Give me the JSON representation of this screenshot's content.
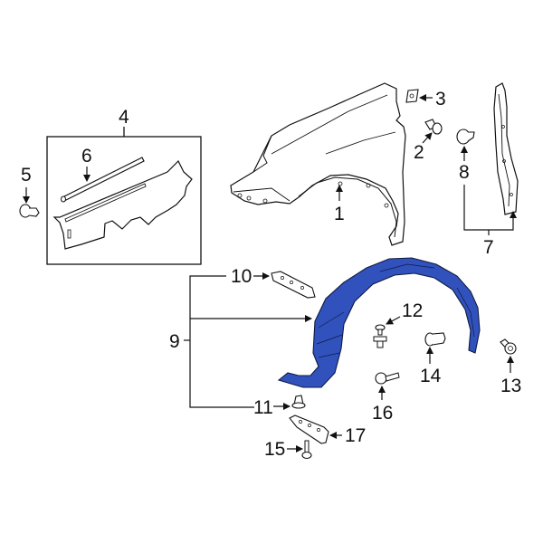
{
  "diagram": {
    "type": "exploded-parts-diagram",
    "highlight_color": "#3152bd",
    "line_color": "#111111",
    "highlighted_part": "9",
    "callouts": [
      {
        "id": "1",
        "label": "1",
        "part": "fender"
      },
      {
        "id": "2",
        "label": "2",
        "part": "bolt"
      },
      {
        "id": "3",
        "label": "3",
        "part": "pad"
      },
      {
        "id": "4",
        "label": "4",
        "part": "fender-seal-assembly"
      },
      {
        "id": "5",
        "label": "5",
        "part": "clip"
      },
      {
        "id": "6",
        "label": "6",
        "part": "seal-strip"
      },
      {
        "id": "7",
        "label": "7",
        "part": "fender-bracket"
      },
      {
        "id": "8",
        "label": "8",
        "part": "clip"
      },
      {
        "id": "9",
        "label": "9",
        "part": "fender-liner-group"
      },
      {
        "id": "10",
        "label": "10",
        "part": "upper-bracket"
      },
      {
        "id": "11",
        "label": "11",
        "part": "retainer-clip"
      },
      {
        "id": "12",
        "label": "12",
        "part": "push-clip"
      },
      {
        "id": "13",
        "label": "13",
        "part": "grommet-nut"
      },
      {
        "id": "14",
        "label": "14",
        "part": "retainer"
      },
      {
        "id": "15",
        "label": "15",
        "part": "screw"
      },
      {
        "id": "16",
        "label": "16",
        "part": "screw"
      },
      {
        "id": "17",
        "label": "17",
        "part": "lower-bracket"
      }
    ]
  }
}
